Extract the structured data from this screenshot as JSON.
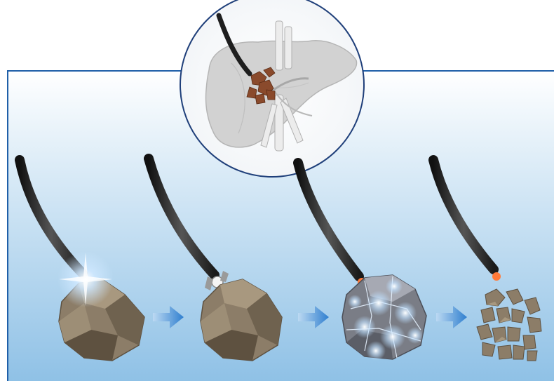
{
  "figure": {
    "panel": {
      "gradient_top": "#ffffff",
      "gradient_bottom": "#8fc1e6",
      "border": "#1f5fa8"
    },
    "inset": {
      "subject": "liver-with-stones",
      "liver_color": "#d2d2d2",
      "vessel_color": "#e8e8e8",
      "stone_color": "#8a4a2c",
      "border": "#1f3f7a"
    },
    "stages": [
      {
        "subject": "intact-stone-light-flash",
        "fiber_tip": "glow"
      },
      {
        "subject": "intact-stone-probe-contact",
        "fiber_tip": "probe"
      },
      {
        "subject": "stone-fracturing",
        "fiber_tip": "laser"
      },
      {
        "subject": "stone-fragments",
        "fiber_tip": "laser"
      }
    ],
    "arrow_count": 3,
    "colors": {
      "fiber": "#2b2b2b",
      "stone": "#8c7d68",
      "stone_dark": "#5e5140",
      "arrow": "#2f7fcf",
      "laser": "#ff7a3a",
      "glow": "#cfe8ff"
    }
  }
}
